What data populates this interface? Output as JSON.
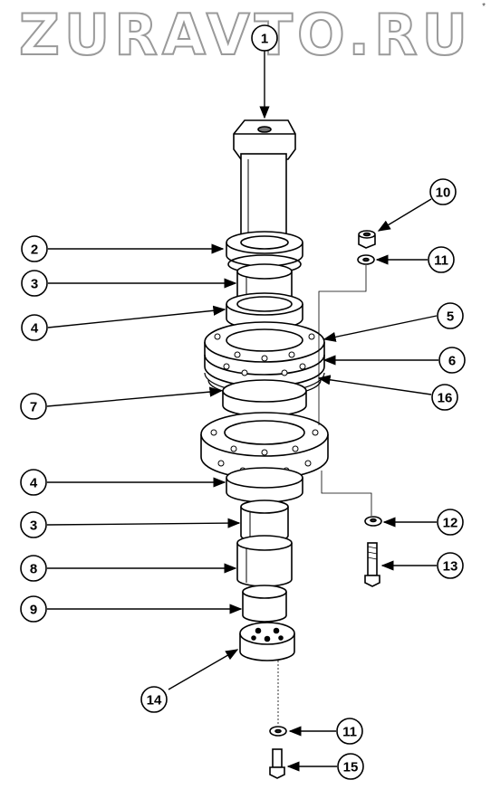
{
  "watermark": "ZURAVTO.RU",
  "corner_mark": "*",
  "callouts": [
    {
      "id": "c1",
      "label": "1"
    },
    {
      "id": "c2",
      "label": "2"
    },
    {
      "id": "c3a",
      "label": "3"
    },
    {
      "id": "c4a",
      "label": "4"
    },
    {
      "id": "c5",
      "label": "5"
    },
    {
      "id": "c6",
      "label": "6"
    },
    {
      "id": "c7",
      "label": "7"
    },
    {
      "id": "c16",
      "label": "16"
    },
    {
      "id": "c4b",
      "label": "4"
    },
    {
      "id": "c3b",
      "label": "3"
    },
    {
      "id": "c8",
      "label": "8"
    },
    {
      "id": "c9",
      "label": "9"
    },
    {
      "id": "c10",
      "label": "10"
    },
    {
      "id": "c11a",
      "label": "11"
    },
    {
      "id": "c12",
      "label": "12"
    },
    {
      "id": "c13",
      "label": "13"
    },
    {
      "id": "c14",
      "label": "14"
    },
    {
      "id": "c11b",
      "label": "11"
    },
    {
      "id": "c15",
      "label": "15"
    }
  ]
}
